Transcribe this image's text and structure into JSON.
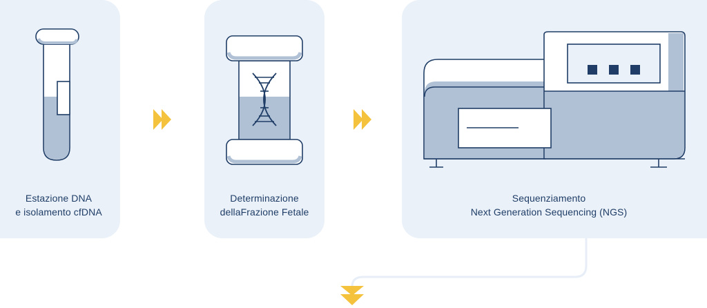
{
  "steps": [
    {
      "line1": "Estazione DNA",
      "line2": "e isolamento cfDNA",
      "illustration": "test-tube-icon"
    },
    {
      "line1": "Determinazione",
      "line2": "dellaFrazione Fetale",
      "illustration": "dna-hourglass-icon"
    },
    {
      "line1": "Sequenziamento",
      "line2": "Next Generation Sequencing (NGS)",
      "illustration": "sequencer-machine-icon"
    }
  ],
  "colors": {
    "card_background": "#eaf1f9",
    "outline": "#1f3d66",
    "fill_light": "#b0c1d6",
    "fill_white": "#ffffff",
    "arrow": "#f4c23c",
    "connector": "#e7eef7"
  }
}
